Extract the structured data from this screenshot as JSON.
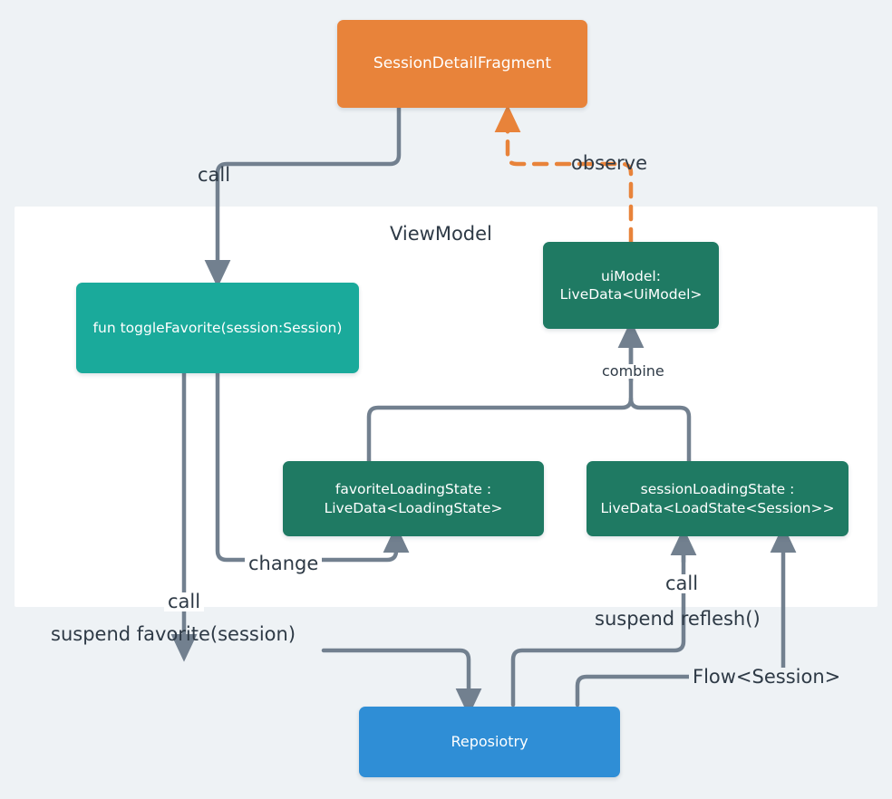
{
  "diagram": {
    "title_text": "ViewModel",
    "background_color": "#eef2f5",
    "panel_color": "#ffffff",
    "colors": {
      "fragment": "#e8833a",
      "function": "#1aaa9b",
      "livedata": "#1f7a63",
      "repository": "#2f8ed6",
      "wire": "#72808f",
      "observe_wire": "#e8833a",
      "text": "#2e3a46"
    },
    "nodes": {
      "fragment": {
        "label": "SessionDetailFragment"
      },
      "toggle_favorite": {
        "label": "fun toggleFavorite(session:Session)"
      },
      "ui_model": {
        "line1": "uiModel:",
        "line2": "LiveData<UiModel>"
      },
      "favorite_loading_state": {
        "line1": "favoriteLoadingState :",
        "line2": "LiveData<LoadingState>"
      },
      "session_loading_state": {
        "line1": "sessionLoadingState :",
        "line2": "LiveData<LoadState<Session>>"
      },
      "repository": {
        "label": "Reposiotry"
      }
    },
    "edges": {
      "call_fragment_to_toggle": "call",
      "observe_uimodel_to_fragment": "observe",
      "combine_to_uimodel": "combine",
      "change_toggle_to_favorite_state": "change",
      "call_repo_to_toggle": "call",
      "suspend_favorite": "suspend favorite(session)",
      "call_repo_to_session_state": "call",
      "suspend_reflesh": "suspend reflesh()",
      "flow_session": "Flow<Session>"
    }
  }
}
